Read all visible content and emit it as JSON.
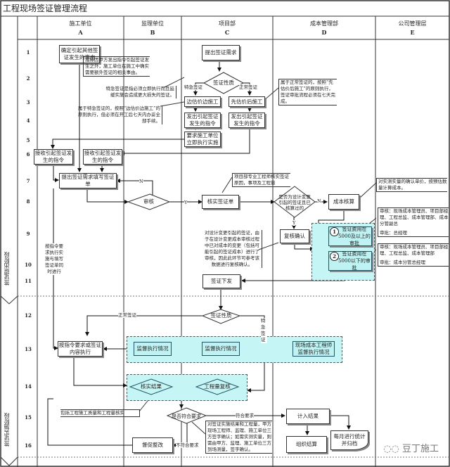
{
  "title": "工程现场签证管理流程",
  "columns": [
    {
      "name": "施工单位",
      "code": "A"
    },
    {
      "name": "监理单位",
      "code": "B"
    },
    {
      "name": "项目部",
      "code": "C"
    },
    {
      "name": "成本管理部",
      "code": "D"
    },
    {
      "name": "公司管理层",
      "code": "E"
    }
  ],
  "rows": [
    "1",
    "2",
    "3",
    "4",
    "5",
    "6",
    "7",
    "8",
    "9",
    "10",
    "11",
    "12",
    "13",
    "14",
    "15",
    "16"
  ],
  "stages": [
    "签证提出阶段",
    "签证实施阶段"
  ],
  "nodes": {
    "a_confirm_other": "确定引起其他签证发生的事由",
    "c_submit_need": "提出签证需求",
    "c_nature": "签证性质",
    "c_urgent_label": "特急签证",
    "c_normal_label": "正常签证",
    "c_side_price": "边估价边施工",
    "c_price_first": "先估价后施工",
    "c_issue_order_1": "发出引起签证发生的指令",
    "c_issue_order_2": "发出引起签证发生的指令",
    "c_require_exec": "要求施工单位立即执行实施",
    "a_receive_order": "接收引起签证发生的指令",
    "b_receive_order": "接收引起签证发生的指令",
    "a_fill_form": "提出签证需求填写签证单",
    "b_review": "审核",
    "c_verify_form": "核实签证单",
    "d_design_change": "是否为设计变更引起的签证且已核算过的",
    "d_cost_calc": "成本核算",
    "d_recheck": "复核确认",
    "d_approve_1": "签证费用在5000及以上的审批",
    "d_approve_2": "签证费用在5000以下的审批",
    "c_issue_visa": "签证下发",
    "c_nature_2": "签证性质",
    "a_execute": "按指令要求或签证内容执行",
    "b_supervise": "监督执行情况",
    "c_supervise": "监督执行情况",
    "d_supervise": "现场成本工程师监督执行情况",
    "b_verify_result": "核实结果",
    "c_quantity_check": "工程量复核",
    "c_meets_req": "是否符合要求",
    "c_urge_fix": "督促整改",
    "d_include_settle": "计入结果",
    "d_organize_settle": "组织结算",
    "d_monthly_archive": "每月进行统计并归档"
  },
  "labels": {
    "N": "N",
    "Y": "Y",
    "normal_visa": "正常签证",
    "urgent_visa": "特急签证",
    "meets": "符合要求",
    "not_meets": "不符合要求",
    "circle_1": "1",
    "circle_2": "2"
  },
  "notes": {
    "n1": "指除因甲方发出指令引起签证发生之外，施工单位在施工中确实需要额外签证的相关事由。",
    "n2": "特急签证是指必须立即执行而且延缓实施会造成更大损失的签证。",
    "n3": "属于特急签证的，按照“边估价边施工”的原则执行，但必须在开工后七天内办妥全部手续。",
    "n4": "属于正常签证的，按照“先估价后施工”的原则执行，签证审批流程必须在七天完成。",
    "n5": "项目部专业工程师核实签证原因，事项及工程量",
    "n6": "对实测实量的确认单价，按预估数量计算成本。",
    "n7": "审核：现场成本管理员、项目部经理、工程总监、成本管理部、成本分管副总",
    "n7b": "审批：总经理",
    "n8": "审核：现场成本管理员、项目部经理、工程总监、成本管理部",
    "n8b": "审批：成本分管总经理",
    "n9": "对设计变更引起的签证，由于在设计变更成本审核过程中已对成本的变更（包括可能引起的签证成本）进行了审核，因此此环节可参考该数据进行复核确认。",
    "n10": "按指令要求执行实施与填写签证单同时进行",
    "n11": "包括工程施工质量和工程量核实",
    "n12": "对签证实施结果和工程量，甲方现场工程师、监理、施工单位三方签字确认；如需实测实量，则需由甲方、监理、施工单位三方到场测量，签字确认。"
  },
  "watermark": "豆丁施工"
}
